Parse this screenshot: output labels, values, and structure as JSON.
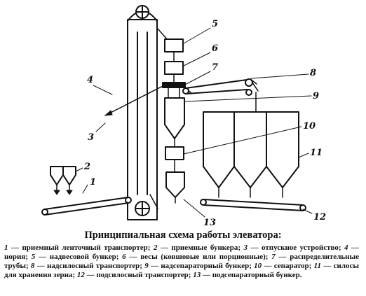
{
  "diagram": {
    "callouts": [
      "1",
      "2",
      "3",
      "4",
      "5",
      "6",
      "7",
      "8",
      "9",
      "10",
      "11",
      "12",
      "13"
    ]
  },
  "caption": {
    "title": "Принципиальная схема работы элеватора:",
    "legend": [
      {
        "num": "1",
        "text": " — приемный ленточный транспортер; "
      },
      {
        "num": "2",
        "text": " — приемные бункера; "
      },
      {
        "num": "3",
        "text": " — отпускное устройство; "
      },
      {
        "num": "4",
        "text": " — нория; "
      },
      {
        "num": "5",
        "text": " — надвесовой бункер; "
      },
      {
        "num": "6",
        "text": " — весы (ковшовые или порционные); "
      },
      {
        "num": "7",
        "text": " — распределительные трубы; "
      },
      {
        "num": "8",
        "text": " — надсилосный транспортер; "
      },
      {
        "num": "9",
        "text": " — надсепараторный бункер; "
      },
      {
        "num": "10",
        "text": " — сепаратор; "
      },
      {
        "num": "11",
        "text": " — силосы для хранения зерна; "
      },
      {
        "num": "12",
        "text": " — подсилосный транспортер; "
      },
      {
        "num": "13",
        "text": " — подсепараторный бункер."
      }
    ]
  }
}
